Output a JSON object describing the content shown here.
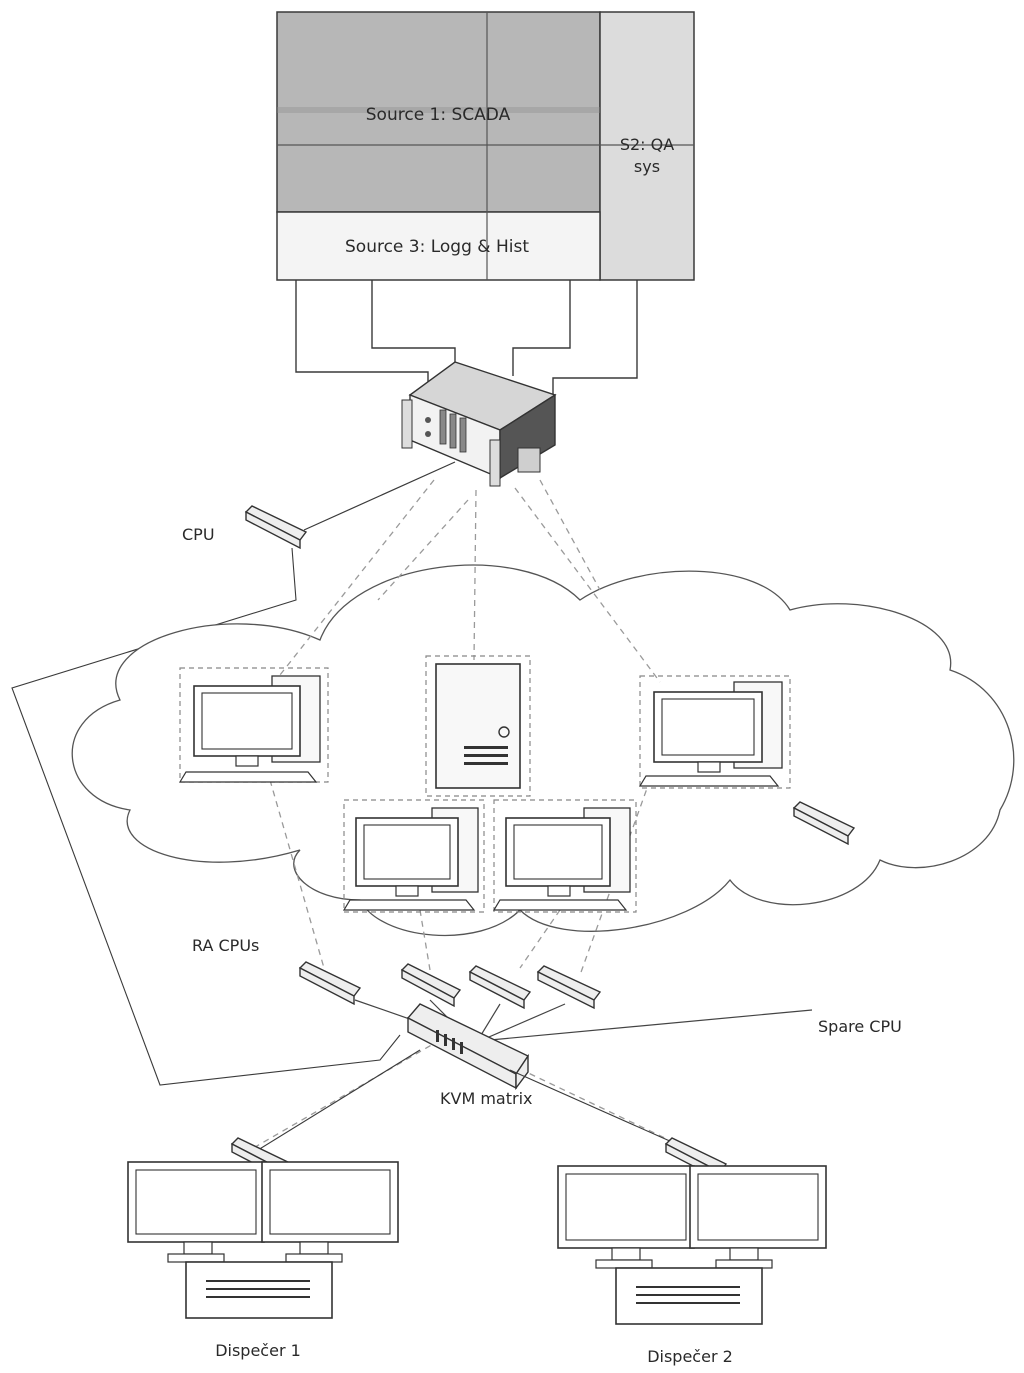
{
  "videowall": {
    "source1": "Source 1: SCADA",
    "source2_line1": "S2: QA",
    "source2_line2": "sys",
    "source3": "Source 3: Logg & Hist"
  },
  "labels": {
    "cpu": "CPU",
    "ra_cpus": "RA CPUs",
    "spare_cpu": "Spare CPU",
    "kvm_matrix": "KVM matrix",
    "dispatcher1": "Dispečer 1",
    "dispatcher2": "Dispečer 2"
  },
  "colors": {
    "scada_fill": "#b7b7b7",
    "qa_fill": "#dcdcdc",
    "logg_fill": "#f4f4f4",
    "line": "#333333",
    "dashed": "#9a9a9a"
  }
}
